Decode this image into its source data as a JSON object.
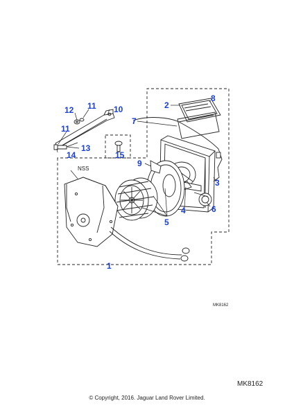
{
  "diagram": {
    "callouts": {
      "c1": "1",
      "c2": "2",
      "c3": "3",
      "c4": "4",
      "c5": "5",
      "c6": "6",
      "c7": "7",
      "c8": "8",
      "c9": "9",
      "c10": "10",
      "c11a": "11",
      "c11b": "11",
      "c12": "12",
      "c13": "13",
      "c14": "14",
      "c15": "15"
    },
    "label_nss": "NSS",
    "ref_small": "MK8162",
    "accent_color": "#1a3fd6"
  },
  "footer": {
    "ref_code": "MK8162",
    "copyright": "© Copyright, 2016. Jaguar Land Rover Limited."
  }
}
